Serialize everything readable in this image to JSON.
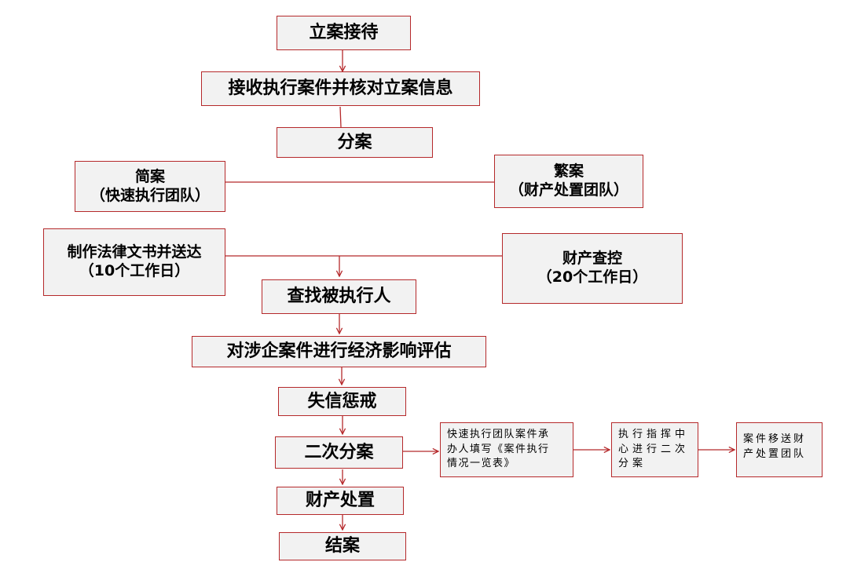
{
  "diagram": {
    "nodes": {
      "filing_reception": "立案接待",
      "receive_verify": "接收执行案件并核对立案信息",
      "case_split": "分案",
      "simple_case": {
        "line1": "简案",
        "line2": "（快速执行团队）"
      },
      "complex_case": {
        "line1": "繁案",
        "line2": "（财产处置团队）"
      },
      "draft_documents": {
        "line1": "制作法律文书并送达",
        "line2": "（10个工作日）"
      },
      "property_check": {
        "line1": "财产查控",
        "line2": "（20个工作日）"
      },
      "find_debtor": "查找被执行人",
      "impact_assessment": "对涉企案件进行经济影响评估",
      "credit_discipline": "失信惩戒",
      "second_split": "二次分案",
      "property_disposal": "财产处置",
      "case_closed": "结案",
      "fill_form": {
        "line1": "快速执行团队案件承",
        "line2": "办人填写《案件执行",
        "line3": "情况一览表》"
      },
      "command_center": {
        "line1": "执行指挥中",
        "line2": "心进行二次",
        "line3": "分案"
      },
      "transfer_team": {
        "line1": "案件移送财",
        "line2": "产处置团队"
      }
    },
    "colors": {
      "border": "#b5292b",
      "line": "#b5292b",
      "box_fill": "#f2f2f2"
    }
  }
}
